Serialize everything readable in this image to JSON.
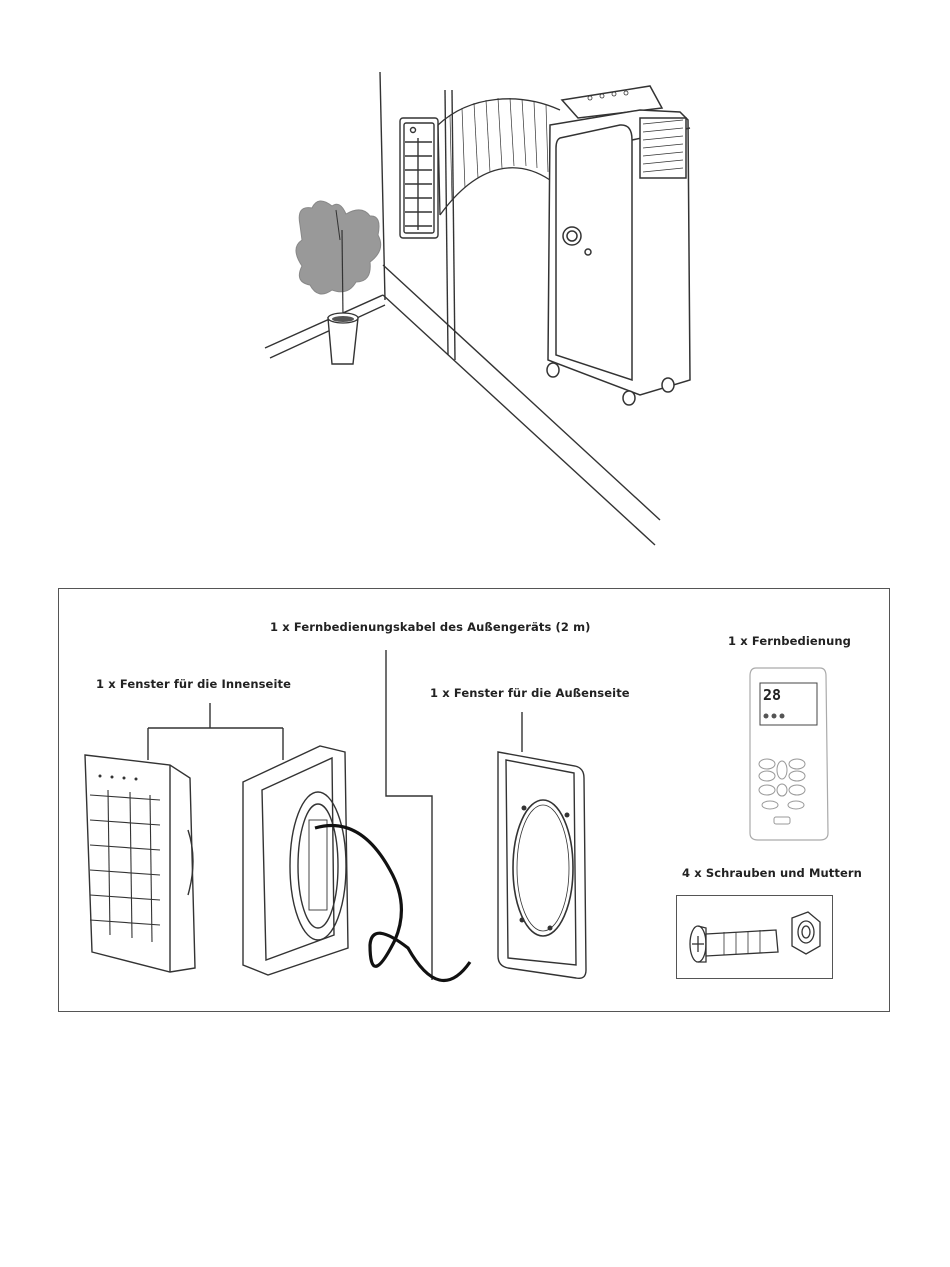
{
  "parts": {
    "cable_label": "1 x Fernbedienungskabel des Außengeräts (2 m)",
    "remote_label": "1 x Fernbedienung",
    "inner_window_label": "1 x Fenster für die Innenseite",
    "outer_window_label": "1 x Fenster für die Außenseite",
    "screws_label": "4 x Schrauben und Muttern",
    "remote_display": "28"
  },
  "colors": {
    "line": "#333333",
    "plant": "#999999",
    "frame": "#555555"
  }
}
